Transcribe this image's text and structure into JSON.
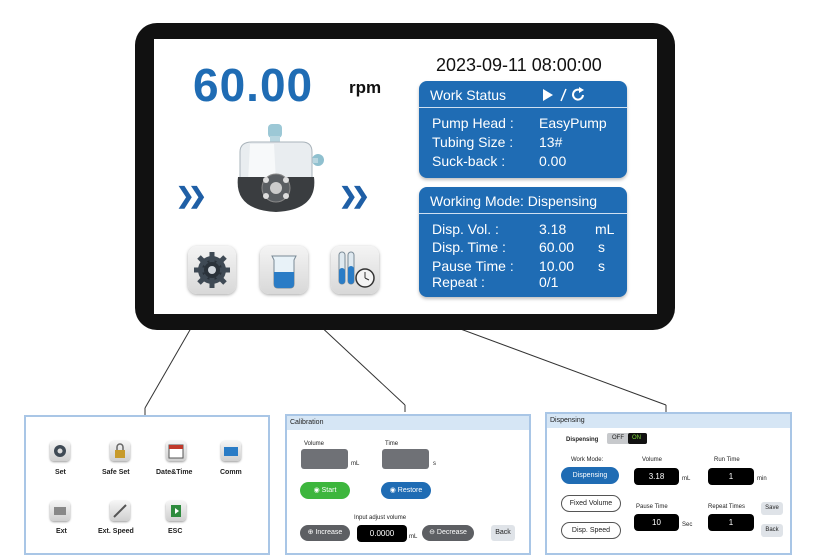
{
  "device": {
    "speed_value": "60.00",
    "speed_unit": "rpm",
    "datetime": "2023-09-11  08:00:00",
    "work_status": {
      "title": "Work Status",
      "pump_head_label": "Pump Head :",
      "pump_head_value": "EasyPump",
      "tubing_size_label": "Tubing Size :",
      "tubing_size_value": "13#",
      "suckback_label": "Suck-back :",
      "suckback_value": "0.00"
    },
    "working_mode": {
      "title": "Working Mode: Dispensing",
      "disp_vol_label": "Disp. Vol.  :",
      "disp_vol_value": "3.18",
      "disp_vol_unit": "mL",
      "disp_time_label": "Disp. Time :",
      "disp_time_value": "60.00",
      "disp_time_unit": "s",
      "pause_time_label": "Pause Time :",
      "pause_time_value": "10.00",
      "pause_time_unit": "s",
      "repeat_label": "Repeat  :",
      "repeat_value": "0/1"
    },
    "icons": [
      "play-icon",
      "refresh-icon",
      "settings-gear-icon",
      "beaker-icon",
      "test-tubes-timer-icon",
      "double-chevron-icon"
    ]
  },
  "settings_panel": {
    "items": [
      "Set",
      "Safe Set",
      "Date&Time",
      "Comm",
      "Ext",
      "Ext. Speed",
      "ESC"
    ]
  },
  "calibration_panel": {
    "title": "Calibration",
    "volume_label": "Volume",
    "volume_unit": "mL",
    "time_label": "Time",
    "time_unit": "s",
    "start_label": "Start",
    "restore_label": "Restore",
    "adjust_label": "Input adjust volume",
    "adjust_value": "0.0000",
    "adjust_unit": "mL",
    "increase_label": "Increase",
    "decrease_label": "Decrease",
    "back_label": "Back"
  },
  "dispensing_panel": {
    "title": "Dispensing",
    "toggle_label": "Dispensing",
    "toggle_off": "OFF",
    "toggle_on": "ON",
    "work_mode_label": "Work Mode:",
    "mode_dispensing": "Dispensing",
    "mode_fixed_volume": "Fixed Volume",
    "mode_disp_speed": "Disp. Speed",
    "volume_label": "Volume",
    "volume_value": "3.18",
    "volume_unit": "mL",
    "run_time_label": "Run Time",
    "run_time_value": "1",
    "run_time_unit": "min",
    "pause_time_label": "Pause Time",
    "pause_time_value": "10",
    "pause_time_unit": "Sec",
    "repeat_label": "Repeat Times",
    "repeat_value": "1",
    "save_label": "Save",
    "back_label": "Back"
  },
  "colors": {
    "accent": "#1f6cb4",
    "panel_border": "#a9c6e6",
    "green": "#3db63d"
  }
}
